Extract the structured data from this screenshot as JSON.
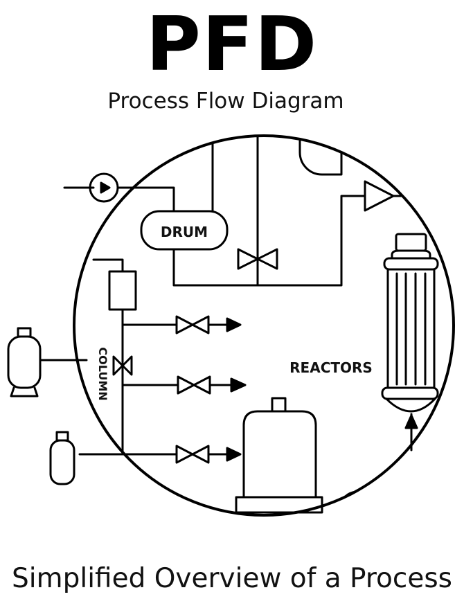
{
  "header": {
    "title": "PFD",
    "subtitle": "Process Flow Diagram"
  },
  "diagram": {
    "labels": {
      "drum": "DRUM",
      "reactors": "REACTORS",
      "column": "COLUMN"
    }
  },
  "footer": {
    "text": "Simplified Overview of a Process"
  }
}
